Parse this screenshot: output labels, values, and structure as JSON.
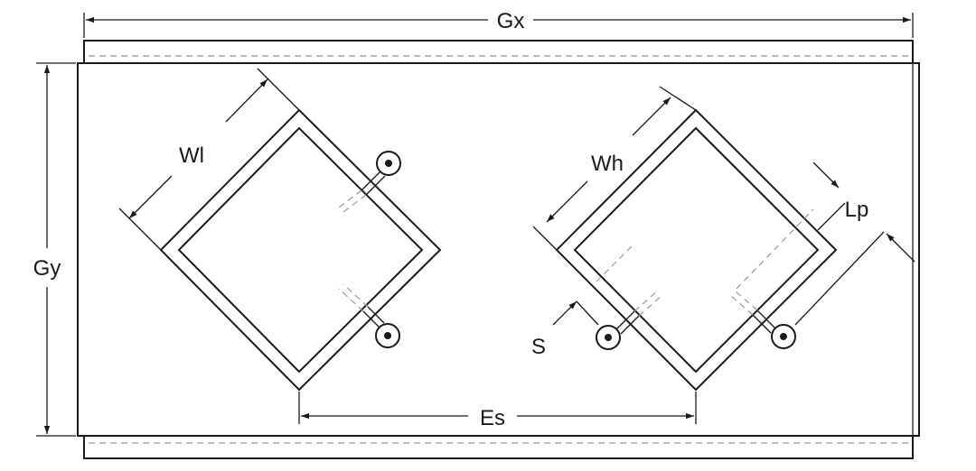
{
  "labels": {
    "gx": "Gx",
    "gy": "Gy",
    "wl": "Wl",
    "wh": "Wh",
    "lp": "Lp",
    "s": "S",
    "es": "Es"
  },
  "colors": {
    "line": "#1a1a1a",
    "hidden_line": "#9a9a9a",
    "background": "#ffffff"
  }
}
